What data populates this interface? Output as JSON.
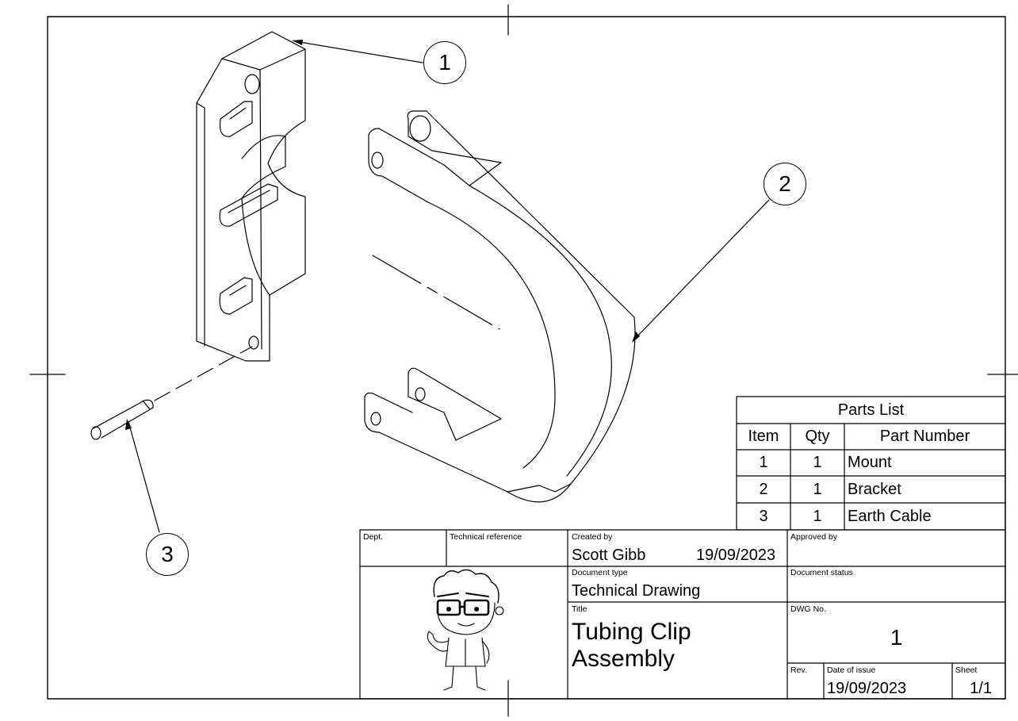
{
  "balloons": [
    "1",
    "2",
    "3"
  ],
  "parts_list": {
    "title": "Parts List",
    "headers": [
      "Item",
      "Qty",
      "Part Number"
    ],
    "rows": [
      {
        "item": "1",
        "qty": "1",
        "part": "Mount"
      },
      {
        "item": "2",
        "qty": "1",
        "part": "Bracket"
      },
      {
        "item": "3",
        "qty": "1",
        "part": "Earth Cable"
      }
    ]
  },
  "title_block": {
    "dept_label": "Dept.",
    "tech_ref_label": "Technical reference",
    "created_by_label": "Created by",
    "created_by": "Scott Gibb",
    "created_date": "19/09/2023",
    "approved_by_label": "Approved by",
    "doc_type_label": "Document type",
    "doc_type": "Technical Drawing",
    "doc_status_label": "Document status",
    "title_label": "Title",
    "title": "Tubing Clip Assembly",
    "dwg_no_label": "DWG No.",
    "dwg_no": "1",
    "rev_label": "Rev.",
    "date_issue_label": "Date of issue",
    "date_issue": "19/09/2023",
    "sheet_label": "Sheet",
    "sheet": "1/1"
  }
}
